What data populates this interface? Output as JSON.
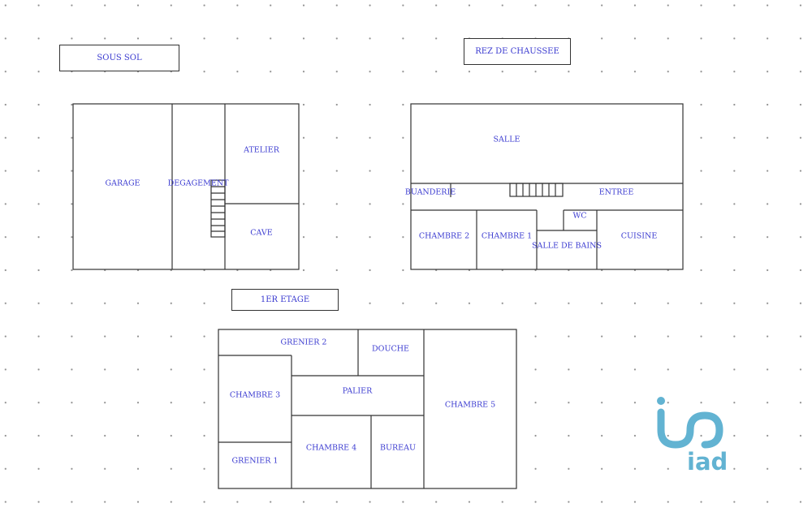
{
  "floors": {
    "basement": {
      "title": "SOUS SOL",
      "rooms": {
        "garage": "GARAGE",
        "hallway": "DEGAGEMENT",
        "workshop": "ATELIER",
        "cellar": "CAVE"
      }
    },
    "ground": {
      "title": "REZ DE CHAUSSEE",
      "rooms": {
        "living": "SALLE",
        "laundry": "BUANDERIE",
        "entrance": "ENTREE",
        "wc": "WC",
        "bedroom2": "CHAMBRE 2",
        "bedroom1": "CHAMBRE 1",
        "bathroom": "SALLE DE BAINS",
        "kitchen": "CUISINE"
      }
    },
    "first": {
      "title": "1ER ETAGE",
      "rooms": {
        "attic2": "GRENIER 2",
        "shower": "DOUCHE",
        "bedroom3": "CHAMBRE 3",
        "landing": "PALIER",
        "bedroom5": "CHAMBRE 5",
        "attic1": "GRENIER 1",
        "bedroom4": "CHAMBRE 4",
        "office": "BUREAU"
      }
    }
  },
  "logo": {
    "text": "iad",
    "color": "#62b3d2"
  },
  "colors": {
    "label": "#3a3ad0",
    "wall": "#333333"
  }
}
